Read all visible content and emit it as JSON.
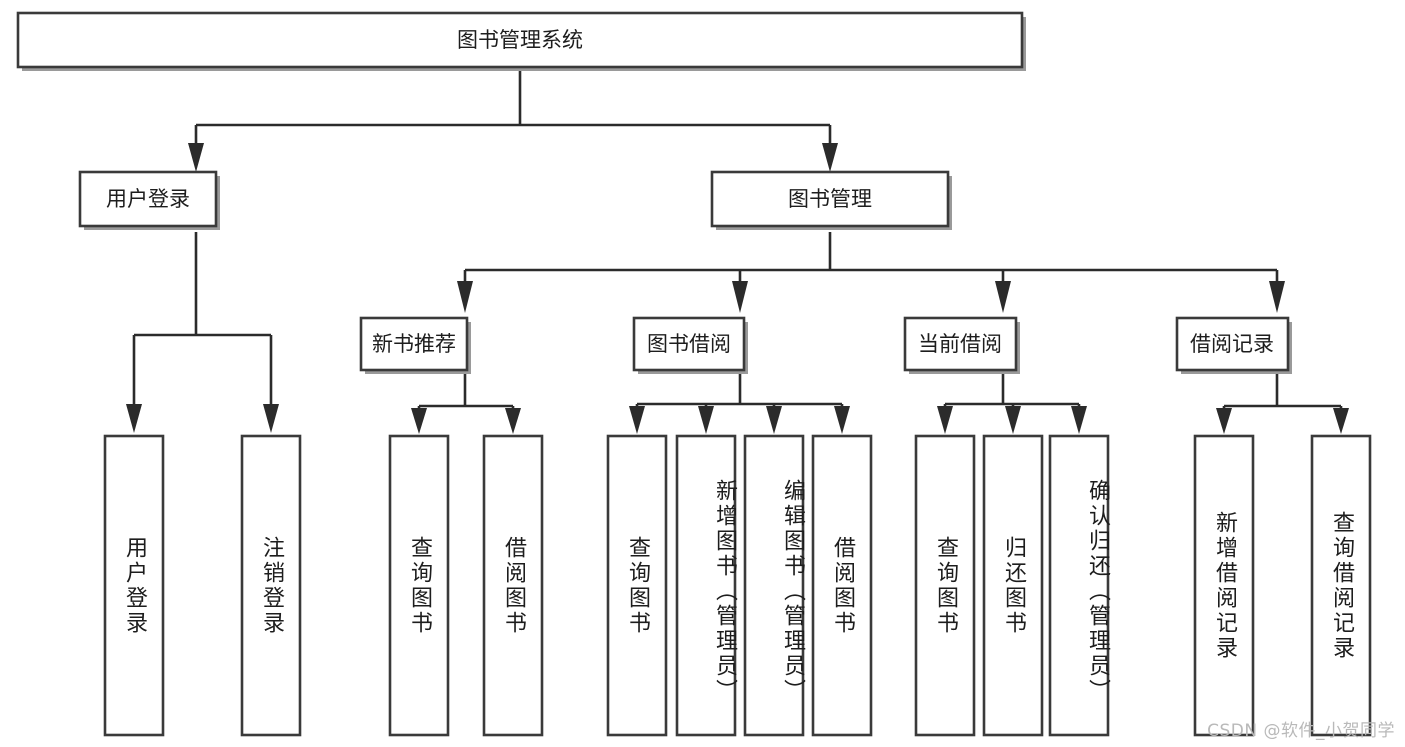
{
  "diagram": {
    "title": "图书管理系统",
    "type": "tree",
    "root": {
      "id": "root",
      "label": "图书管理系统"
    },
    "level2": [
      {
        "id": "user-login",
        "label": "用户登录"
      },
      {
        "id": "book-management",
        "label": "图书管理"
      }
    ],
    "level3": [
      {
        "id": "new-book-recommend",
        "label": "新书推荐",
        "parent": "book-management"
      },
      {
        "id": "book-borrow",
        "label": "图书借阅",
        "parent": "book-management"
      },
      {
        "id": "current-borrow",
        "label": "当前借阅",
        "parent": "book-management"
      },
      {
        "id": "borrow-record",
        "label": "借阅记录",
        "parent": "book-management"
      }
    ],
    "leaves": [
      {
        "id": "leaf-user-login",
        "label": "用户登录",
        "parent": "user-login"
      },
      {
        "id": "leaf-logout-login",
        "label": "注销登录",
        "parent": "user-login"
      },
      {
        "id": "leaf-query-book-1",
        "label": "查询图书",
        "parent": "new-book-recommend"
      },
      {
        "id": "leaf-borrow-book-1",
        "label": "借阅图书",
        "parent": "new-book-recommend"
      },
      {
        "id": "leaf-query-book-2",
        "label": "查询图书",
        "parent": "book-borrow"
      },
      {
        "id": "leaf-add-book",
        "label": "新增图书（管理员）",
        "parent": "book-borrow"
      },
      {
        "id": "leaf-edit-book",
        "label": "编辑图书（管理员）",
        "parent": "book-borrow"
      },
      {
        "id": "leaf-borrow-book-2",
        "label": "借阅图书",
        "parent": "book-borrow"
      },
      {
        "id": "leaf-query-book-3",
        "label": "查询图书",
        "parent": "current-borrow"
      },
      {
        "id": "leaf-return-book",
        "label": "归还图书",
        "parent": "current-borrow"
      },
      {
        "id": "leaf-confirm-return",
        "label": "确认归还（管理员）",
        "parent": "current-borrow"
      },
      {
        "id": "leaf-add-record",
        "label": "新增借阅记录",
        "parent": "borrow-record"
      },
      {
        "id": "leaf-query-record",
        "label": "查询借阅记录",
        "parent": "borrow-record"
      }
    ]
  },
  "watermark": {
    "text": "CSDN @软件_小贺同学"
  },
  "colors": {
    "box_stroke": "#3a3a3a",
    "edge": "#2b2b2b",
    "text": "#1d1d1d",
    "background": "#ffffff",
    "watermark": "#b9b9b9"
  }
}
